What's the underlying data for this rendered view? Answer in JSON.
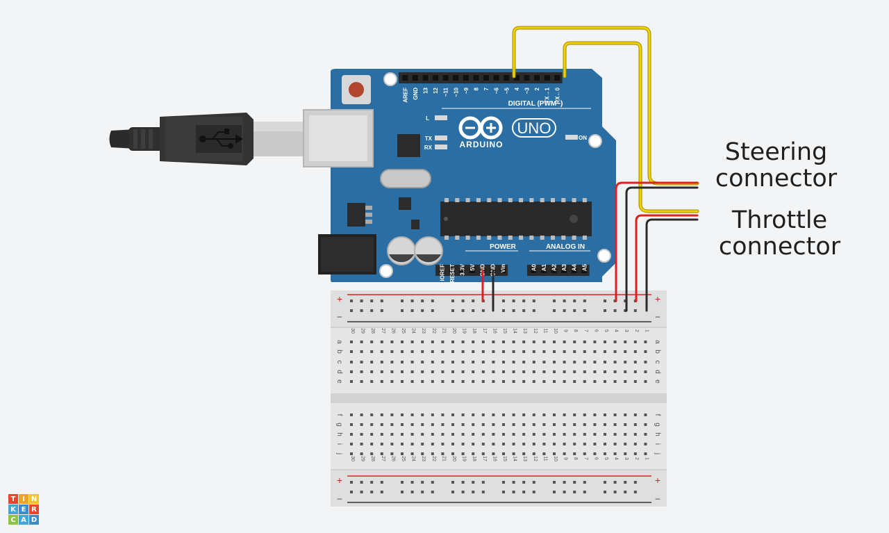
{
  "labels": {
    "steering": [
      "Steering",
      "connector"
    ],
    "throttle": [
      "Throttle",
      "connector"
    ]
  },
  "arduino": {
    "brand": "ARDUINO",
    "model": "UNO",
    "digital_header": "DIGITAL (PWM~)",
    "power_header": "POWER",
    "analog_header": "ANALOG IN",
    "digital_pins": [
      "AREF",
      "GND",
      "13",
      "12",
      "~11",
      "~10",
      "~9",
      "8",
      "7",
      "~6",
      "~5",
      "4",
      "~3",
      "2",
      "TX→1",
      "RX←0"
    ],
    "power_pins": [
      "IOREF",
      "RESET",
      "3.3V",
      "5V",
      "GND",
      "GND",
      "Vin"
    ],
    "analog_pins": [
      "A0",
      "A1",
      "A2",
      "A3",
      "A4",
      "A5"
    ],
    "leds": [
      "L",
      "TX",
      "RX"
    ],
    "on_label": "ON",
    "board_color": "#2b6ea3"
  },
  "breadboard": {
    "columns": [
      "30",
      "29",
      "28",
      "27",
      "26",
      "25",
      "24",
      "23",
      "22",
      "21",
      "20",
      "19",
      "18",
      "17",
      "16",
      "15",
      "14",
      "13",
      "12",
      "11",
      "10",
      "9",
      "8",
      "7",
      "6",
      "5",
      "4",
      "3",
      "2",
      "1"
    ],
    "rows_top": [
      "a",
      "b",
      "c",
      "d",
      "e"
    ],
    "rows_bottom": [
      "f",
      "g",
      "h",
      "i",
      "j"
    ],
    "rail_plus": "+",
    "rail_minus": "–"
  },
  "logo": {
    "letters": [
      "T",
      "I",
      "N",
      "K",
      "E",
      "R",
      "C",
      "A",
      "D"
    ]
  },
  "colors": {
    "signal_wire": "#f0d000",
    "power_wire": "#e0201c",
    "ground_wire": "#2a2a2a",
    "logo": [
      "#e8452c",
      "#f2a12a",
      "#f2c62a",
      "#40a8d8",
      "#3a8ec8",
      "#e8452c",
      "#8bc53f",
      "#40a8d8",
      "#3a8ec8"
    ]
  }
}
